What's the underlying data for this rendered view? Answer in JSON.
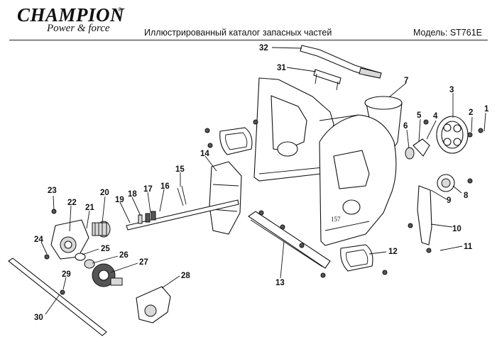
{
  "header": {
    "brand": "CHAMPION",
    "brand_mark": "®",
    "tagline": "Power & force",
    "catalog_title": "Иллюстрированный каталог запасных частей",
    "model": "Модель: ST761E"
  },
  "callouts": [
    {
      "id": "1",
      "label": "1"
    },
    {
      "id": "2",
      "label": "2"
    },
    {
      "id": "3",
      "label": "3"
    },
    {
      "id": "4",
      "label": "4"
    },
    {
      "id": "5",
      "label": "5"
    },
    {
      "id": "6",
      "label": "6"
    },
    {
      "id": "7",
      "label": "7"
    },
    {
      "id": "8",
      "label": "8"
    },
    {
      "id": "9",
      "label": "9"
    },
    {
      "id": "10",
      "label": "10"
    },
    {
      "id": "11",
      "label": "11"
    },
    {
      "id": "12",
      "label": "12"
    },
    {
      "id": "13",
      "label": "13"
    },
    {
      "id": "14",
      "label": "14"
    },
    {
      "id": "15",
      "label": "15"
    },
    {
      "id": "16",
      "label": "16"
    },
    {
      "id": "17",
      "label": "17"
    },
    {
      "id": "18",
      "label": "18"
    },
    {
      "id": "19",
      "label": "19"
    },
    {
      "id": "20",
      "label": "20"
    },
    {
      "id": "21",
      "label": "21"
    },
    {
      "id": "22",
      "label": "22"
    },
    {
      "id": "23",
      "label": "23"
    },
    {
      "id": "24",
      "label": "24"
    },
    {
      "id": "25",
      "label": "25"
    },
    {
      "id": "26",
      "label": "26"
    },
    {
      "id": "27",
      "label": "27"
    },
    {
      "id": "28",
      "label": "28"
    },
    {
      "id": "29",
      "label": "29"
    },
    {
      "id": "30",
      "label": "30"
    },
    {
      "id": "31",
      "label": "31"
    },
    {
      "id": "32",
      "label": "32"
    }
  ],
  "housing_mark": "157"
}
